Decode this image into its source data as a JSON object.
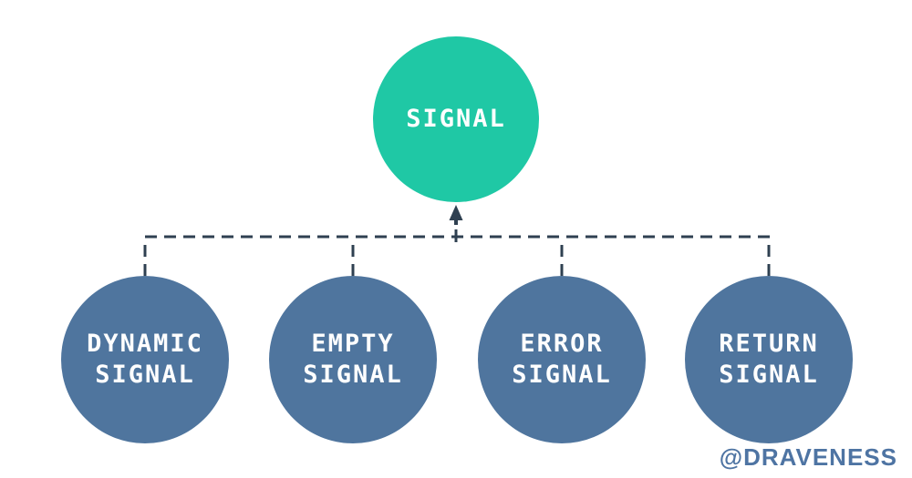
{
  "theme": {
    "background": "#ffffff",
    "root-color": "#1FC8A5",
    "node-color": "#4F759E",
    "connector-color": "#2F4051",
    "label-color": "#ffffff",
    "watermark-color": "#4E74A3"
  },
  "diagram": {
    "type": "hierarchy",
    "description": "Signal class hierarchy: four signal subtypes point up to a single Signal parent",
    "root": {
      "label": "SIGNAL"
    },
    "children": [
      {
        "label": "DYNAMIC SIGNAL",
        "line1": "DYNAMIC",
        "line2": "SIGNAL"
      },
      {
        "label": "EMPTY SIGNAL",
        "line1": "EMPTY",
        "line2": "SIGNAL"
      },
      {
        "label": "ERROR SIGNAL",
        "line1": "ERROR",
        "line2": "SIGNAL"
      },
      {
        "label": "RETURN SIGNAL",
        "line1": "RETURN",
        "line2": "SIGNAL"
      }
    ],
    "watermark": "@DRAVENESS"
  }
}
